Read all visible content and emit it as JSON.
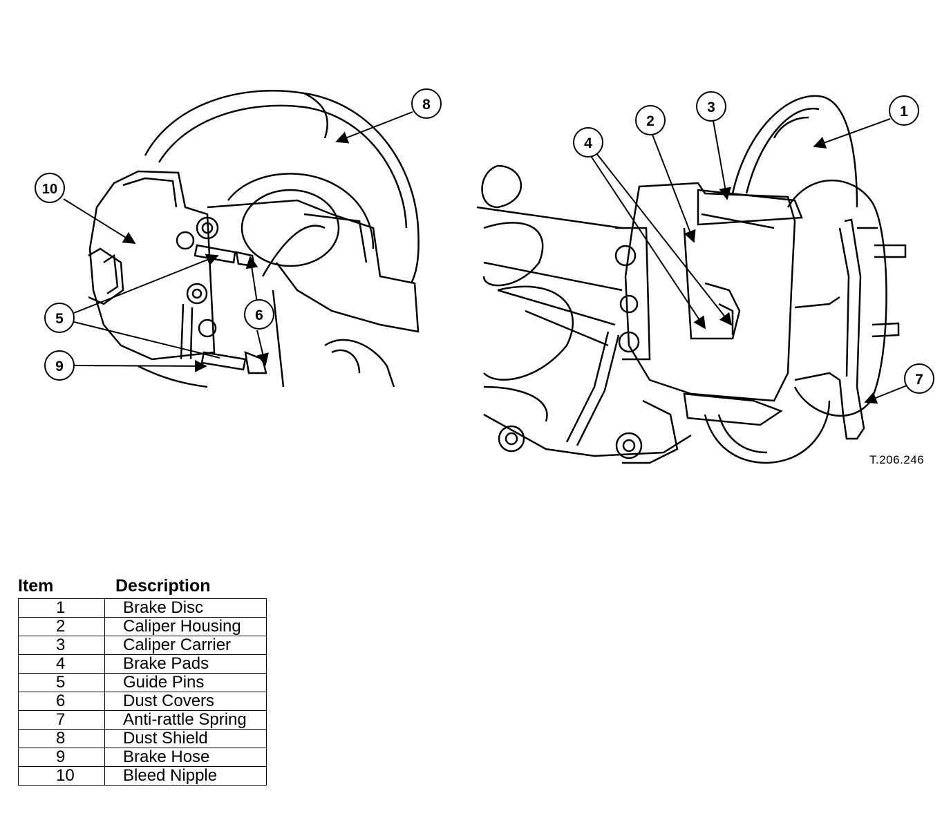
{
  "callouts": [
    {
      "num": "1",
      "target": "Brake Disc"
    },
    {
      "num": "2",
      "target": "Caliper Housing"
    },
    {
      "num": "3",
      "target": "Caliper Carrier"
    },
    {
      "num": "4",
      "target": "Brake Pads"
    },
    {
      "num": "5",
      "target": "Guide Pins"
    },
    {
      "num": "6",
      "target": "Dust Covers"
    },
    {
      "num": "7",
      "target": "Anti-rattle Spring"
    },
    {
      "num": "8",
      "target": "Dust Shield"
    },
    {
      "num": "9",
      "target": "Brake Hose"
    },
    {
      "num": "10",
      "target": "Bleed Nipple"
    }
  ],
  "figure_ref": "T.206.246",
  "legend": {
    "header_item": "Item",
    "header_description": "Description",
    "rows": [
      {
        "item": "1",
        "description": "Brake Disc"
      },
      {
        "item": "2",
        "description": "Caliper Housing"
      },
      {
        "item": "3",
        "description": "Caliper Carrier"
      },
      {
        "item": "4",
        "description": "Brake Pads"
      },
      {
        "item": "5",
        "description": "Guide Pins"
      },
      {
        "item": "6",
        "description": "Dust Covers"
      },
      {
        "item": "7",
        "description": "Anti-rattle Spring"
      },
      {
        "item": "8",
        "description": "Dust Shield"
      },
      {
        "item": "9",
        "description": "Brake Hose"
      },
      {
        "item": "10",
        "description": "Bleed Nipple"
      }
    ]
  }
}
